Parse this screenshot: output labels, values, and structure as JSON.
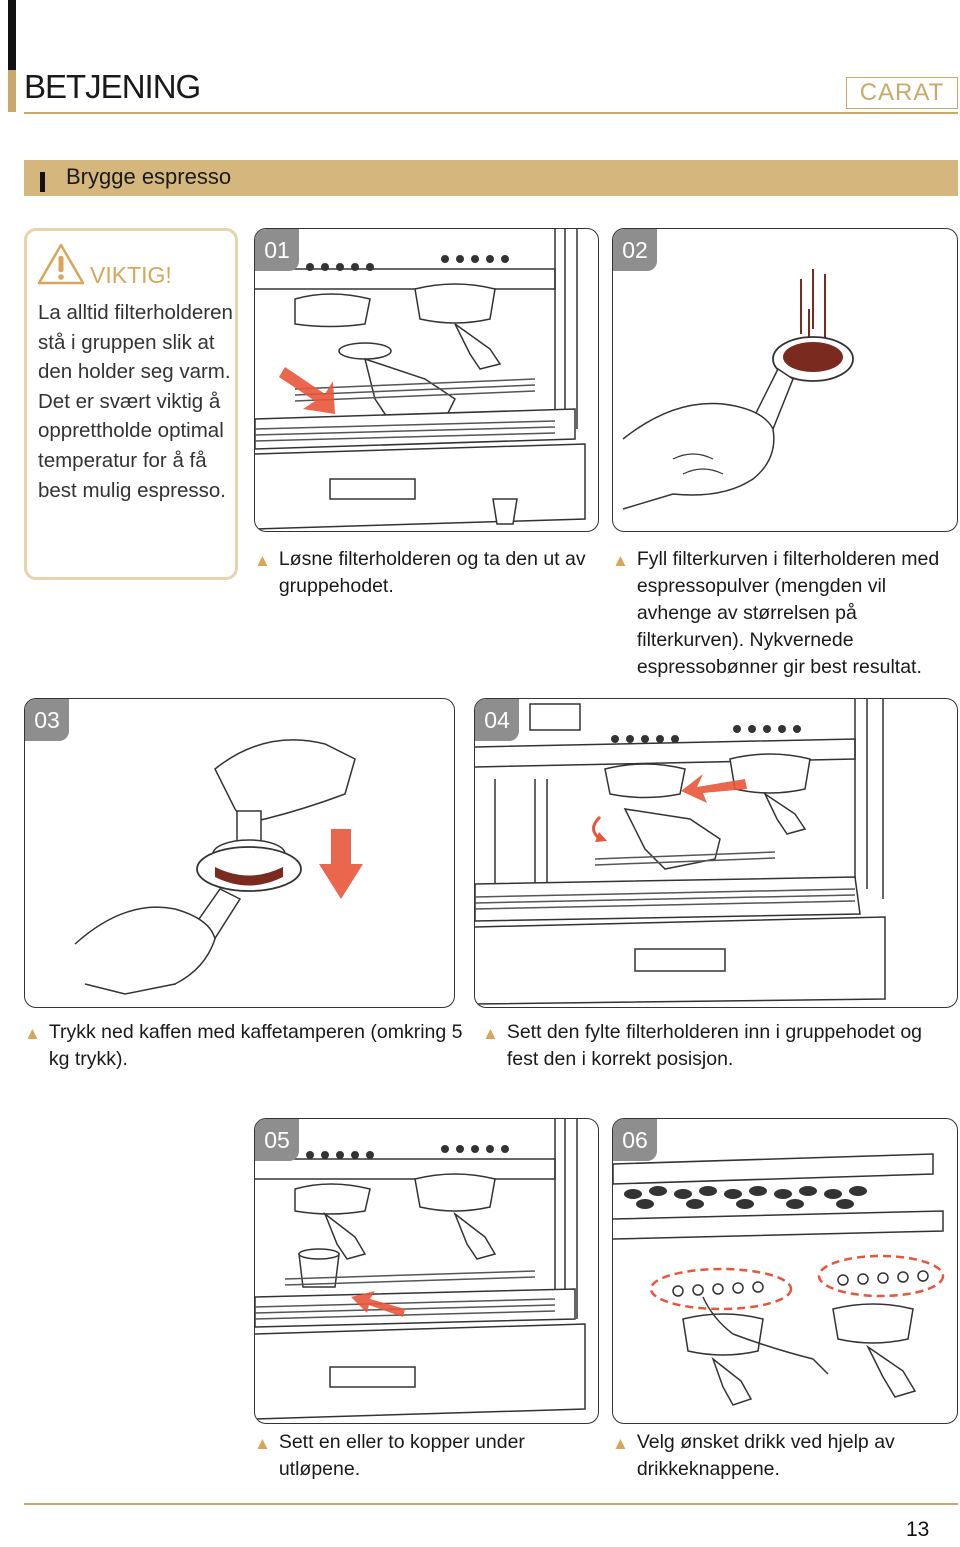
{
  "header": {
    "title": "BETJENING",
    "brand": "CARAT"
  },
  "section": {
    "title": "Brygge espresso"
  },
  "warning": {
    "title": "VIKTIG!",
    "text": "La alltid filterholderen stå i gruppen slik at den holder seg varm. Det er svært viktig å opprettholde optimal temperatur for å få best mulig espresso."
  },
  "steps": [
    {
      "number": "01",
      "caption": "Løsne filterholderen og ta den ut av gruppehodet."
    },
    {
      "number": "02",
      "caption": "Fyll filterkurven i filterholderen med espressopulver (mengden vil avhenge av størrelsen på filterkurven). Nykvernede espressobønner gir best resultat."
    },
    {
      "number": "03",
      "caption": "Trykk ned kaffen med kaffetamperen (omkring 5 kg trykk)."
    },
    {
      "number": "04",
      "caption": "Sett den fylte filterholderen inn i gruppehodet og fest den i korrekt posisjon."
    },
    {
      "number": "05",
      "caption": "Sett en eller to kopper under utløpene."
    },
    {
      "number": "06",
      "caption": "Velg ønsket drikk ved hjelp av drikkeknappene."
    }
  ],
  "colors": {
    "accent": "#c9a86a",
    "section_bar": "#d5b77d",
    "arrow": "#e8553a",
    "coffee": "#7a2a1e",
    "badge": "#8e8e8e"
  },
  "footer": {
    "page_number": "13"
  }
}
